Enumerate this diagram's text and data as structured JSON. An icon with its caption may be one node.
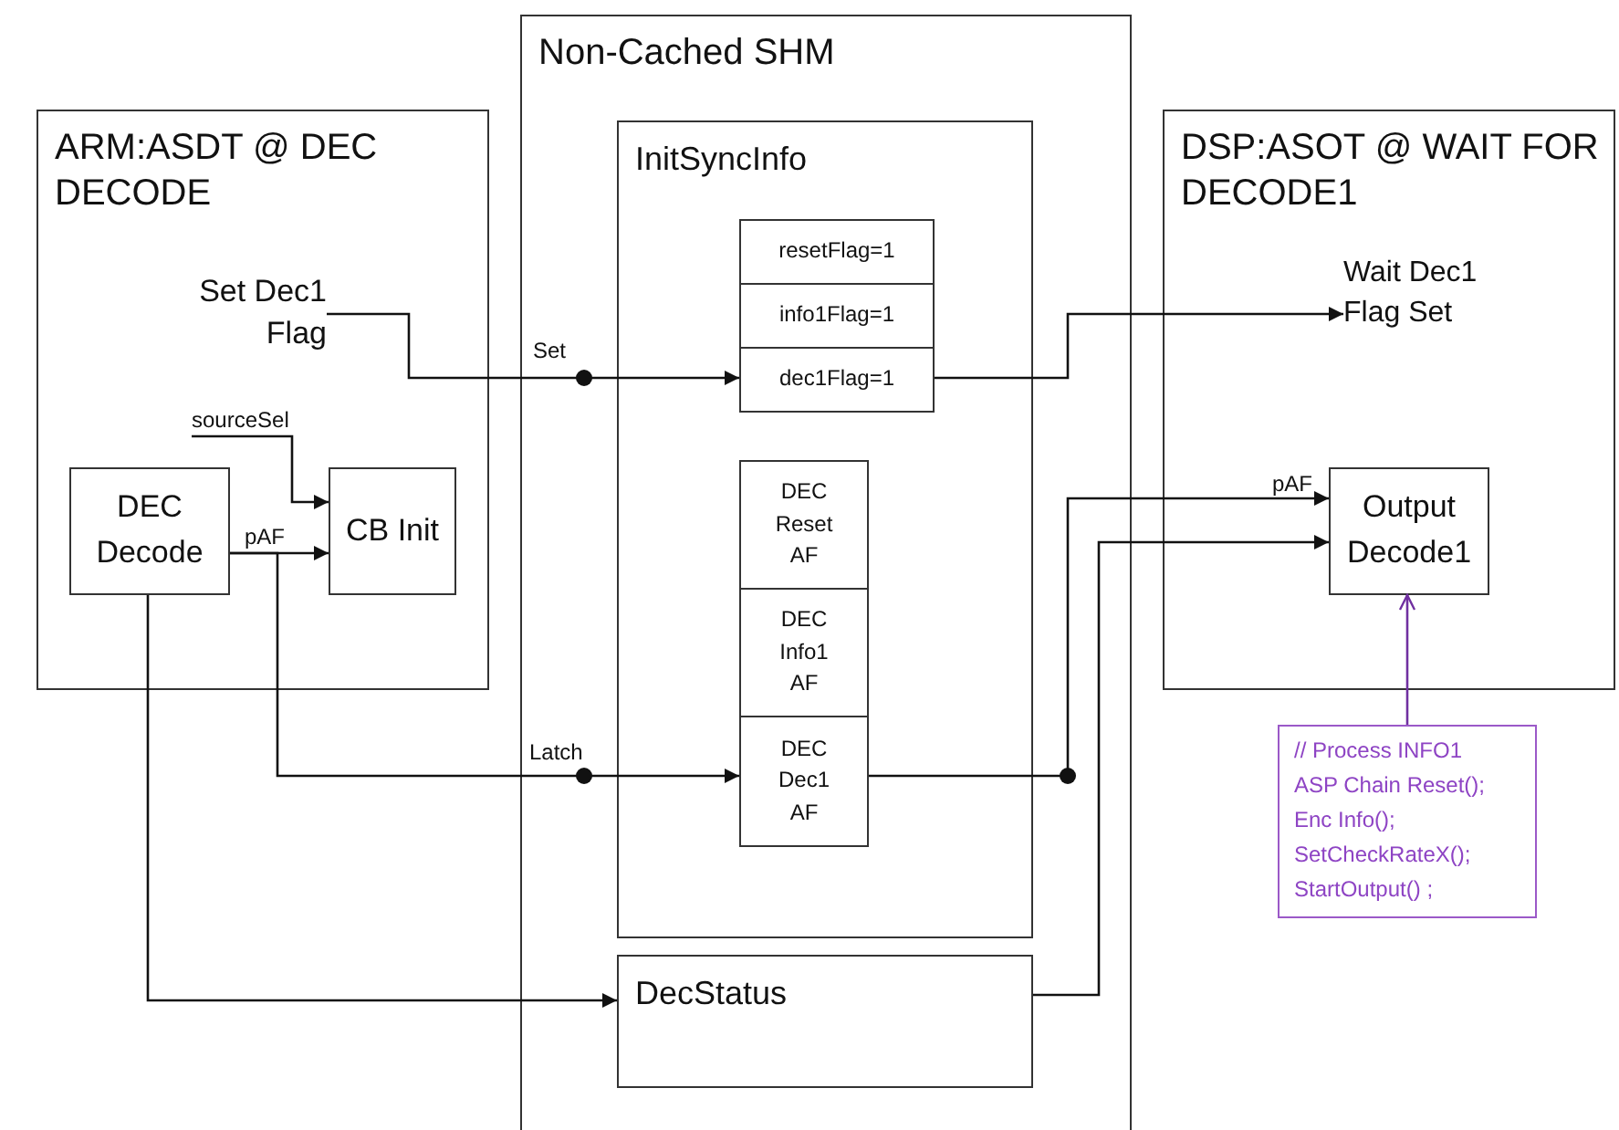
{
  "diagram": {
    "nodes": [
      {
        "text": [
          "ARM:ASDT @ DEC DECODE"
        ]
      },
      {
        "text": [
          "Set Dec1 Flag"
        ],
        "in": 0
      },
      {
        "text": [
          "sourceSel"
        ],
        "in": 0
      },
      {
        "text": [
          "DEC Decode"
        ],
        "in": 0
      },
      {
        "text": [
          "CB Init"
        ],
        "in": 0
      },
      {
        "text": [
          "Non-Cached SHM"
        ]
      },
      {
        "text": [
          "InitSyncInfo"
        ],
        "in": 5
      },
      {
        "text": [
          "resetFlag=1"
        ],
        "in": 6
      },
      {
        "text": [
          "info1Flag=1"
        ],
        "in": 6
      },
      {
        "text": [
          "dec1Flag=1"
        ],
        "in": 6
      },
      {
        "text": [
          "DEC Reset AF"
        ],
        "in": 6
      },
      {
        "text": [
          "DEC Info1 AF"
        ],
        "in": 6
      },
      {
        "text": [
          "DEC Dec1 AF"
        ],
        "in": 6
      },
      {
        "text": [
          "DecStatus"
        ],
        "in": 5
      },
      {
        "text": [
          "DSP:ASOT @ WAIT FOR DECODE1"
        ]
      },
      {
        "text": [
          "Wait Dec1 Flag Set"
        ],
        "in": 14
      },
      {
        "text": [
          "Output Decode1"
        ],
        "in": 14
      },
      {
        "text": [
          "// Process INFO1 ASP Chain Reset(); Enc Info(); SetCheckRateX(); StartOutput() ;"
        ]
      }
    ],
    "edges": [
      {
        "from": 1,
        "to": 9,
        "arrow": "to",
        "label": "Set"
      },
      {
        "from": 2,
        "to": 4,
        "arrow": "to"
      },
      {
        "from": 3,
        "to": 4,
        "arrow": "to",
        "label": "pAF"
      },
      {
        "from": 3,
        "to": 12,
        "arrow": "to",
        "label": "Latch"
      },
      {
        "from": 3,
        "to": 13,
        "arrow": "to"
      },
      {
        "from": 9,
        "to": 15,
        "arrow": "to"
      },
      {
        "from": 12,
        "to": 16,
        "arrow": "to",
        "label": "pAF"
      },
      {
        "from": 13,
        "to": 16,
        "arrow": "to"
      },
      {
        "from": 17,
        "to": 16,
        "arrow": "to",
        "color": "#7030a0"
      }
    ]
  }
}
